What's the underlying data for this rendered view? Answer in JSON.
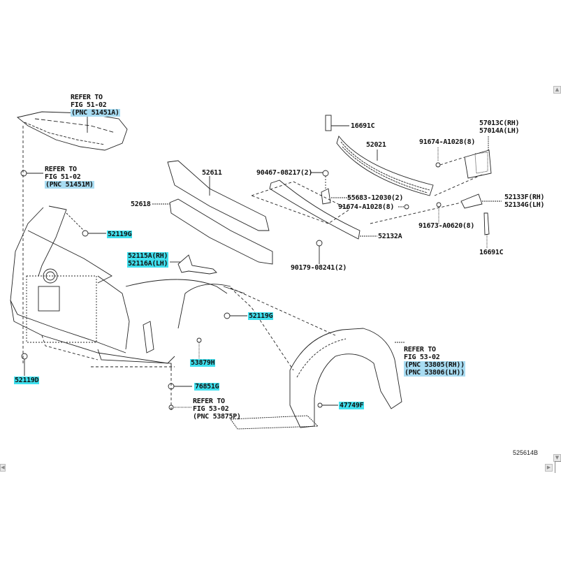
{
  "diagram_id": "525614B",
  "highlight_colors": {
    "strong": "#3fe0ee",
    "pale": "#a8dcf2"
  },
  "labels": {
    "ref_51451a": [
      "REFER TO",
      "FIG 51-02",
      "(PNC 51451A)"
    ],
    "ref_51451m": [
      "REFER TO",
      "FIG 51-02",
      "(PNC 51451M)"
    ],
    "p52611": "52611",
    "p52618": "52618",
    "p52119g_top": "52119G",
    "p52115a": "52115A(RH)",
    "p52116a": "52116A(LH)",
    "p16691c_top": "16691C",
    "p52021": "52021",
    "p90467": "90467-08217(2)",
    "p55683": "55683-12030(2)",
    "p91674_mid": "91674-A1028(8)",
    "p52132a": "52132A",
    "p90179": "90179-08241(2)",
    "p57013c": "57013C(RH)",
    "p57014a": "57014A(LH)",
    "p91674_top": "91674-A1028(8)",
    "p52133f": "52133F(RH)",
    "p52134g": "52134G(LH)",
    "p91673": "91673-A0620(8)",
    "p16691c_right": "16691C",
    "p52119g_mid": "52119G",
    "p53879h": "53879H",
    "p76851g": "76851G",
    "ref_53875p": [
      "REFER TO",
      "FIG 53-02",
      "(PNC 53875P)"
    ],
    "ref_53805": [
      "REFER TO",
      "FIG 53-02",
      "(PNC 53805(RH))",
      "(PNC 53806(LH))"
    ],
    "p47749f": "47749F",
    "p52119d": "52119D"
  },
  "scrollbar": {
    "up": "▲",
    "down": "▼",
    "left": "◀",
    "right": "▶"
  }
}
